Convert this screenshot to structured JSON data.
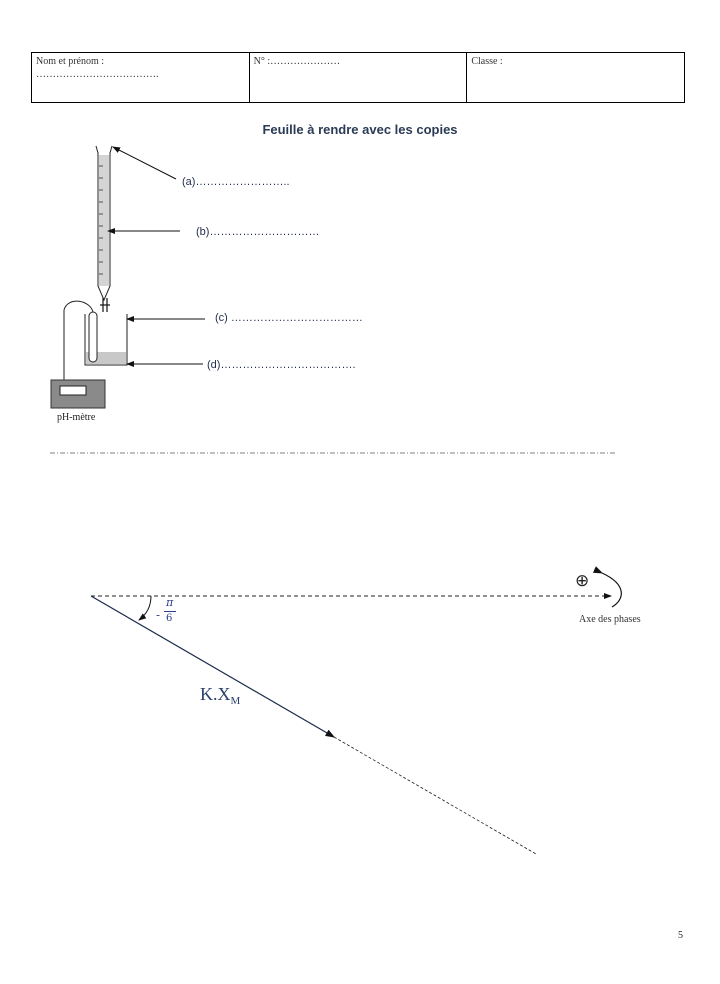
{
  "header": {
    "name_label": "Nom et prénom :",
    "name_dots": "……………………………….",
    "number_label": "N° :…………………",
    "class_label": "Classe :"
  },
  "title": "Feuille à rendre avec les copies",
  "setup": {
    "label_a": "(a)……………………..",
    "label_b": "(b)…………………………",
    "label_c": "(c) ………………………………",
    "label_d": "(d)……………………………….",
    "ph_meter": "pH-mètre"
  },
  "phasor": {
    "angle_sign": "-",
    "angle_num": "π",
    "angle_den": "6",
    "oplus": "⊕",
    "axis_label": "Axe des phases",
    "vector_label": "K.X",
    "vector_sub": "M"
  },
  "page_number": "5"
}
